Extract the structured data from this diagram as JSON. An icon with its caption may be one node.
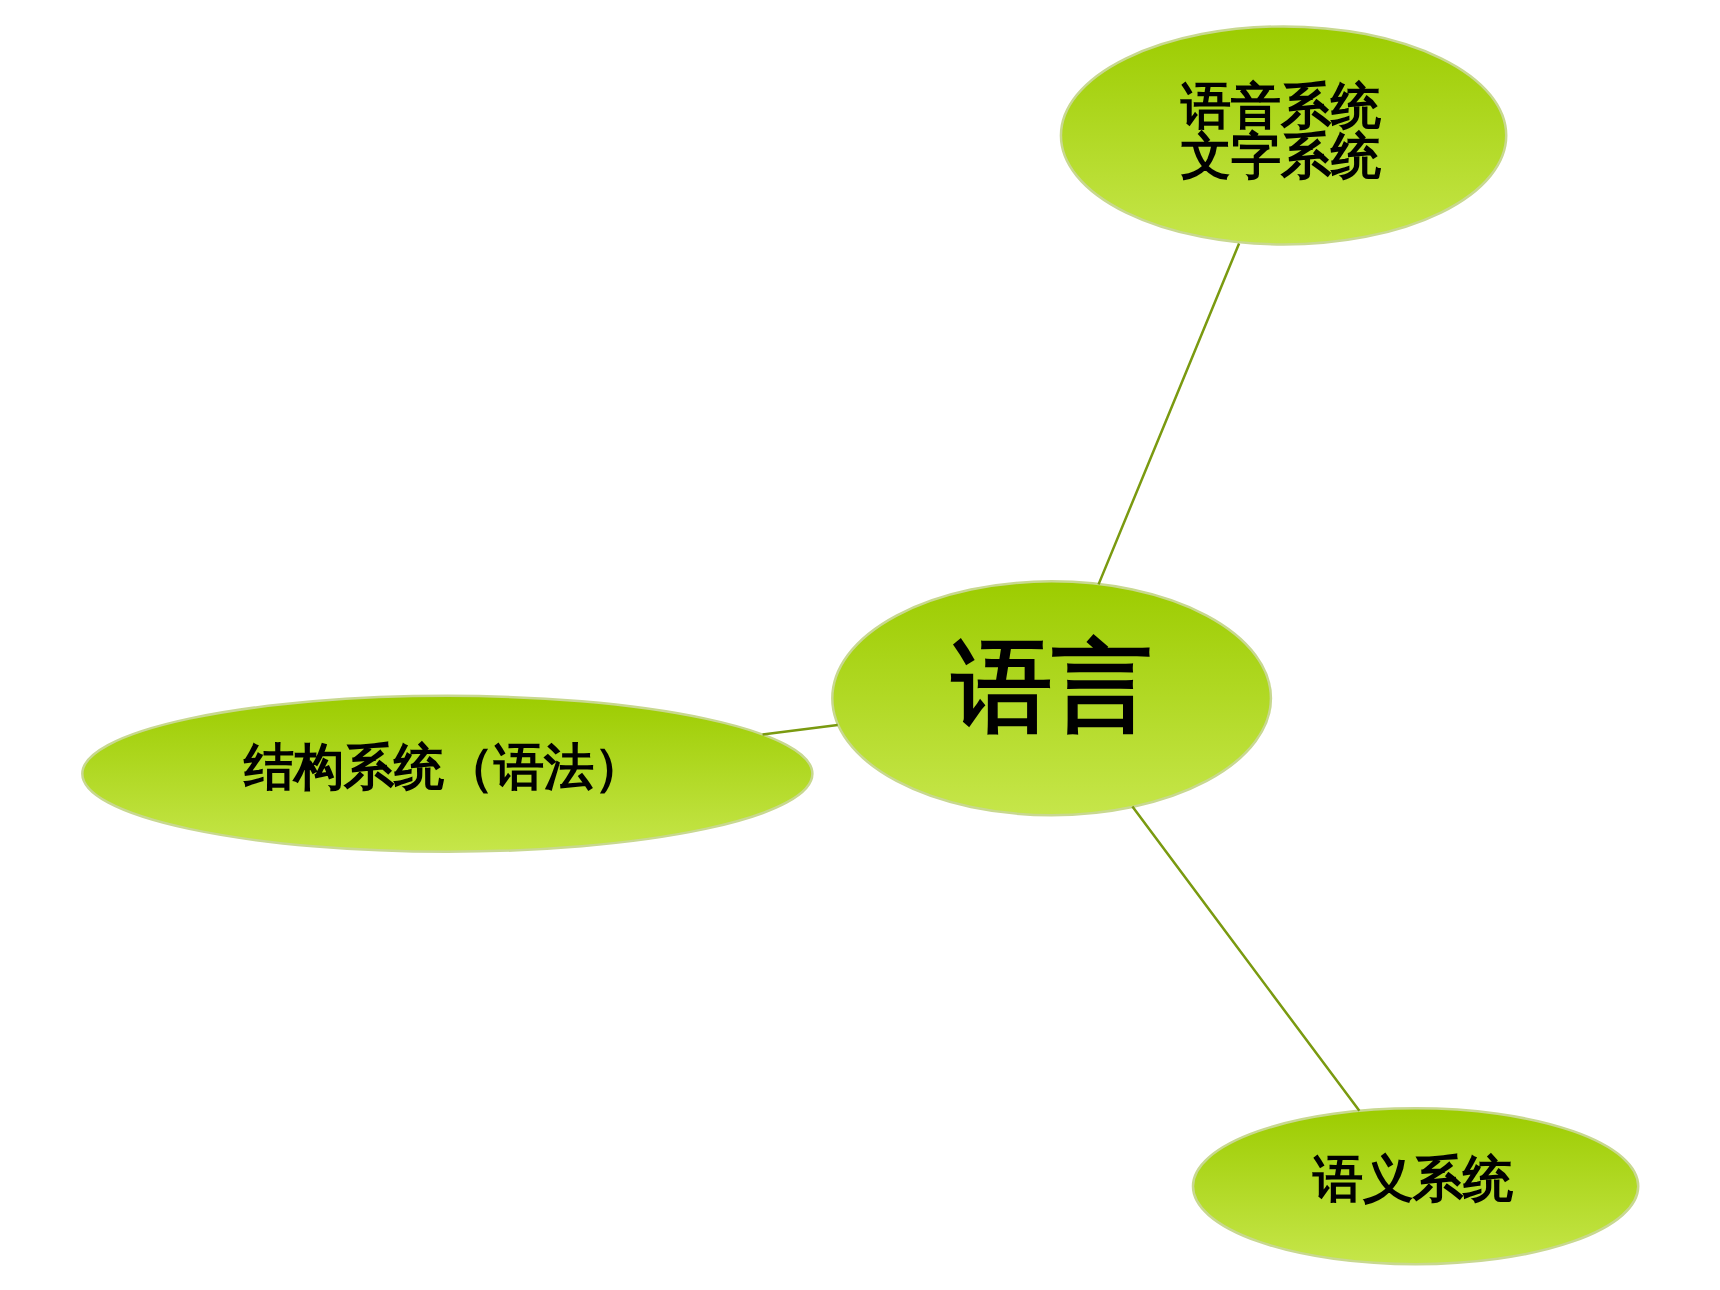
{
  "diagram": {
    "nodes": [
      {
        "text": [
          "结构系统（语法）"
        ]
      },
      {
        "text": [
          "语言"
        ]
      },
      {
        "text": [
          "语义系统"
        ]
      },
      {
        "text": [
          "语音系统",
          "文字系统"
        ]
      }
    ],
    "edges": [
      {
        "from": 1,
        "to": 0,
        "arrow": "none"
      },
      {
        "from": 1,
        "to": 2,
        "arrow": "none"
      },
      {
        "from": 1,
        "to": 3,
        "arrow": "none"
      }
    ]
  }
}
